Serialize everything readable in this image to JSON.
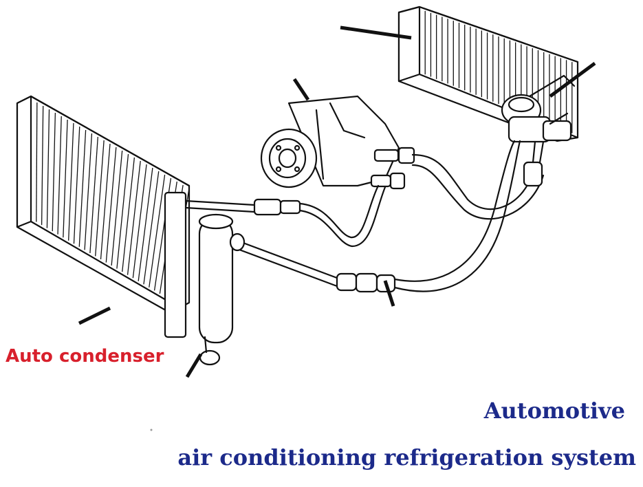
{
  "labels": {
    "condenser": "Auto condenser"
  },
  "title": {
    "line1": "Automotive",
    "line2": "air conditioning refrigeration system"
  },
  "colors": {
    "condenser_label": "#d8202c",
    "title": "#1c2a8a"
  }
}
